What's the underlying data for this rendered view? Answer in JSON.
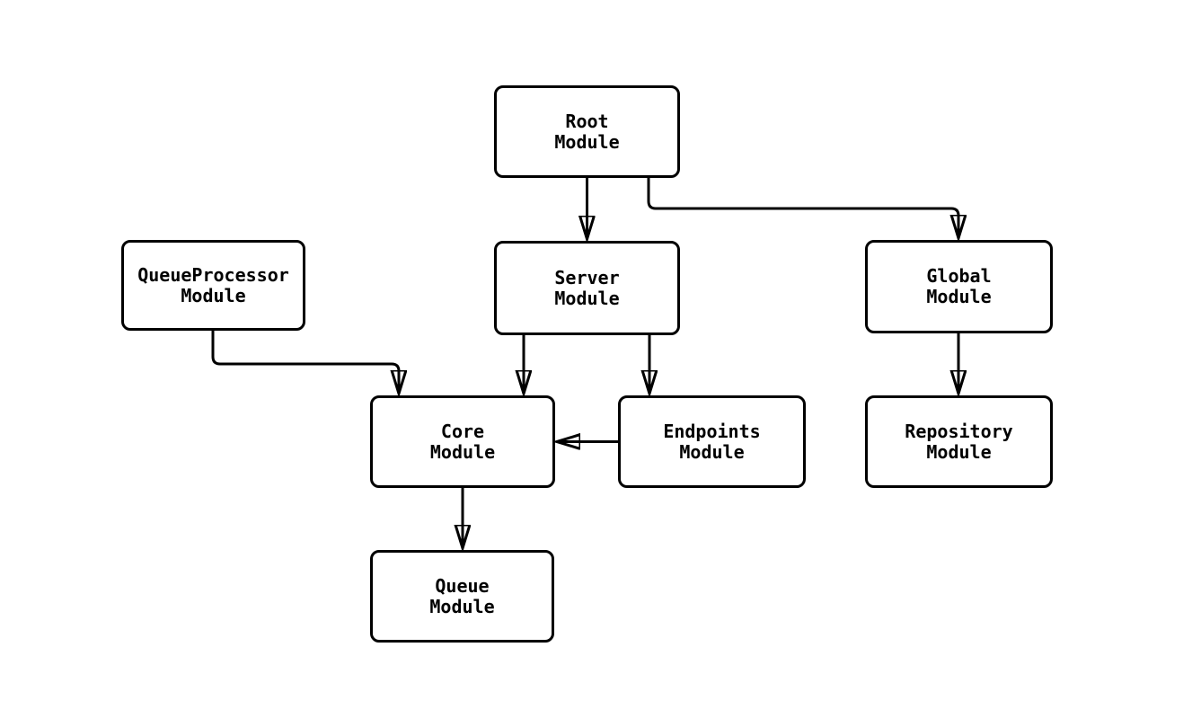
{
  "diagram": {
    "background_color": "#ffffff",
    "stroke_color": "#000000",
    "nodes": [
      {
        "id": "root",
        "line1": "Root",
        "line2": "Module"
      },
      {
        "id": "queueprocessor",
        "line1": "QueueProcessor",
        "line2": "Module"
      },
      {
        "id": "server",
        "line1": "Server",
        "line2": "Module"
      },
      {
        "id": "global",
        "line1": "Global",
        "line2": "Module"
      },
      {
        "id": "core",
        "line1": "Core",
        "line2": "Module"
      },
      {
        "id": "endpoints",
        "line1": "Endpoints",
        "line2": "Module"
      },
      {
        "id": "repository",
        "line1": "Repository",
        "line2": "Module"
      },
      {
        "id": "queue",
        "line1": "Queue",
        "line2": "Module"
      }
    ],
    "edges": [
      {
        "from": "Root Module",
        "to": "Server Module"
      },
      {
        "from": "Root Module",
        "to": "Global Module"
      },
      {
        "from": "QueueProcessor Module",
        "to": "Core Module"
      },
      {
        "from": "Server Module",
        "to": "Core Module"
      },
      {
        "from": "Server Module",
        "to": "Endpoints Module"
      },
      {
        "from": "Endpoints Module",
        "to": "Core Module"
      },
      {
        "from": "Global Module",
        "to": "Repository Module"
      },
      {
        "from": "Core Module",
        "to": "Queue Module"
      }
    ]
  }
}
